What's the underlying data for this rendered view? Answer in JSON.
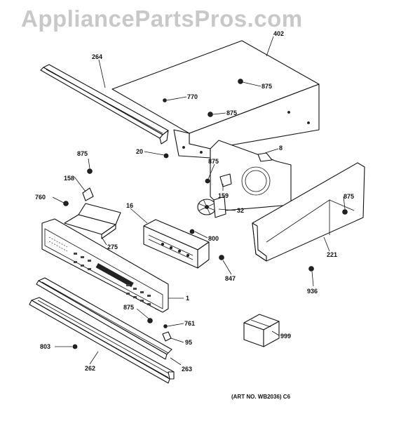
{
  "watermark": "AppliancePartsPros.com",
  "art_number": "(ART NO. WB2036) C6",
  "callouts": [
    {
      "id": "264",
      "name": "callout-264"
    },
    {
      "id": "402",
      "name": "callout-402"
    },
    {
      "id": "875",
      "name": "callout-875-top-panel"
    },
    {
      "id": "770",
      "name": "callout-770"
    },
    {
      "id": "875",
      "name": "callout-875-panel-right"
    },
    {
      "id": "20",
      "name": "callout-20"
    },
    {
      "id": "8",
      "name": "callout-8"
    },
    {
      "id": "875",
      "name": "callout-875-left-bracket"
    },
    {
      "id": "875",
      "name": "callout-875-fan"
    },
    {
      "id": "159",
      "name": "callout-159"
    },
    {
      "id": "158",
      "name": "callout-158"
    },
    {
      "id": "760",
      "name": "callout-760"
    },
    {
      "id": "16",
      "name": "callout-16"
    },
    {
      "id": "32",
      "name": "callout-32"
    },
    {
      "id": "875",
      "name": "callout-875-side-panel"
    },
    {
      "id": "275",
      "name": "callout-275"
    },
    {
      "id": "800",
      "name": "callout-800"
    },
    {
      "id": "221",
      "name": "callout-221"
    },
    {
      "id": "847",
      "name": "callout-847"
    },
    {
      "id": "936",
      "name": "callout-936"
    },
    {
      "id": "1",
      "name": "callout-1"
    },
    {
      "id": "875",
      "name": "callout-875-trim"
    },
    {
      "id": "761",
      "name": "callout-761"
    },
    {
      "id": "95",
      "name": "callout-95"
    },
    {
      "id": "999",
      "name": "callout-999"
    },
    {
      "id": "803",
      "name": "callout-803"
    },
    {
      "id": "262",
      "name": "callout-262"
    },
    {
      "id": "263",
      "name": "callout-263"
    }
  ]
}
